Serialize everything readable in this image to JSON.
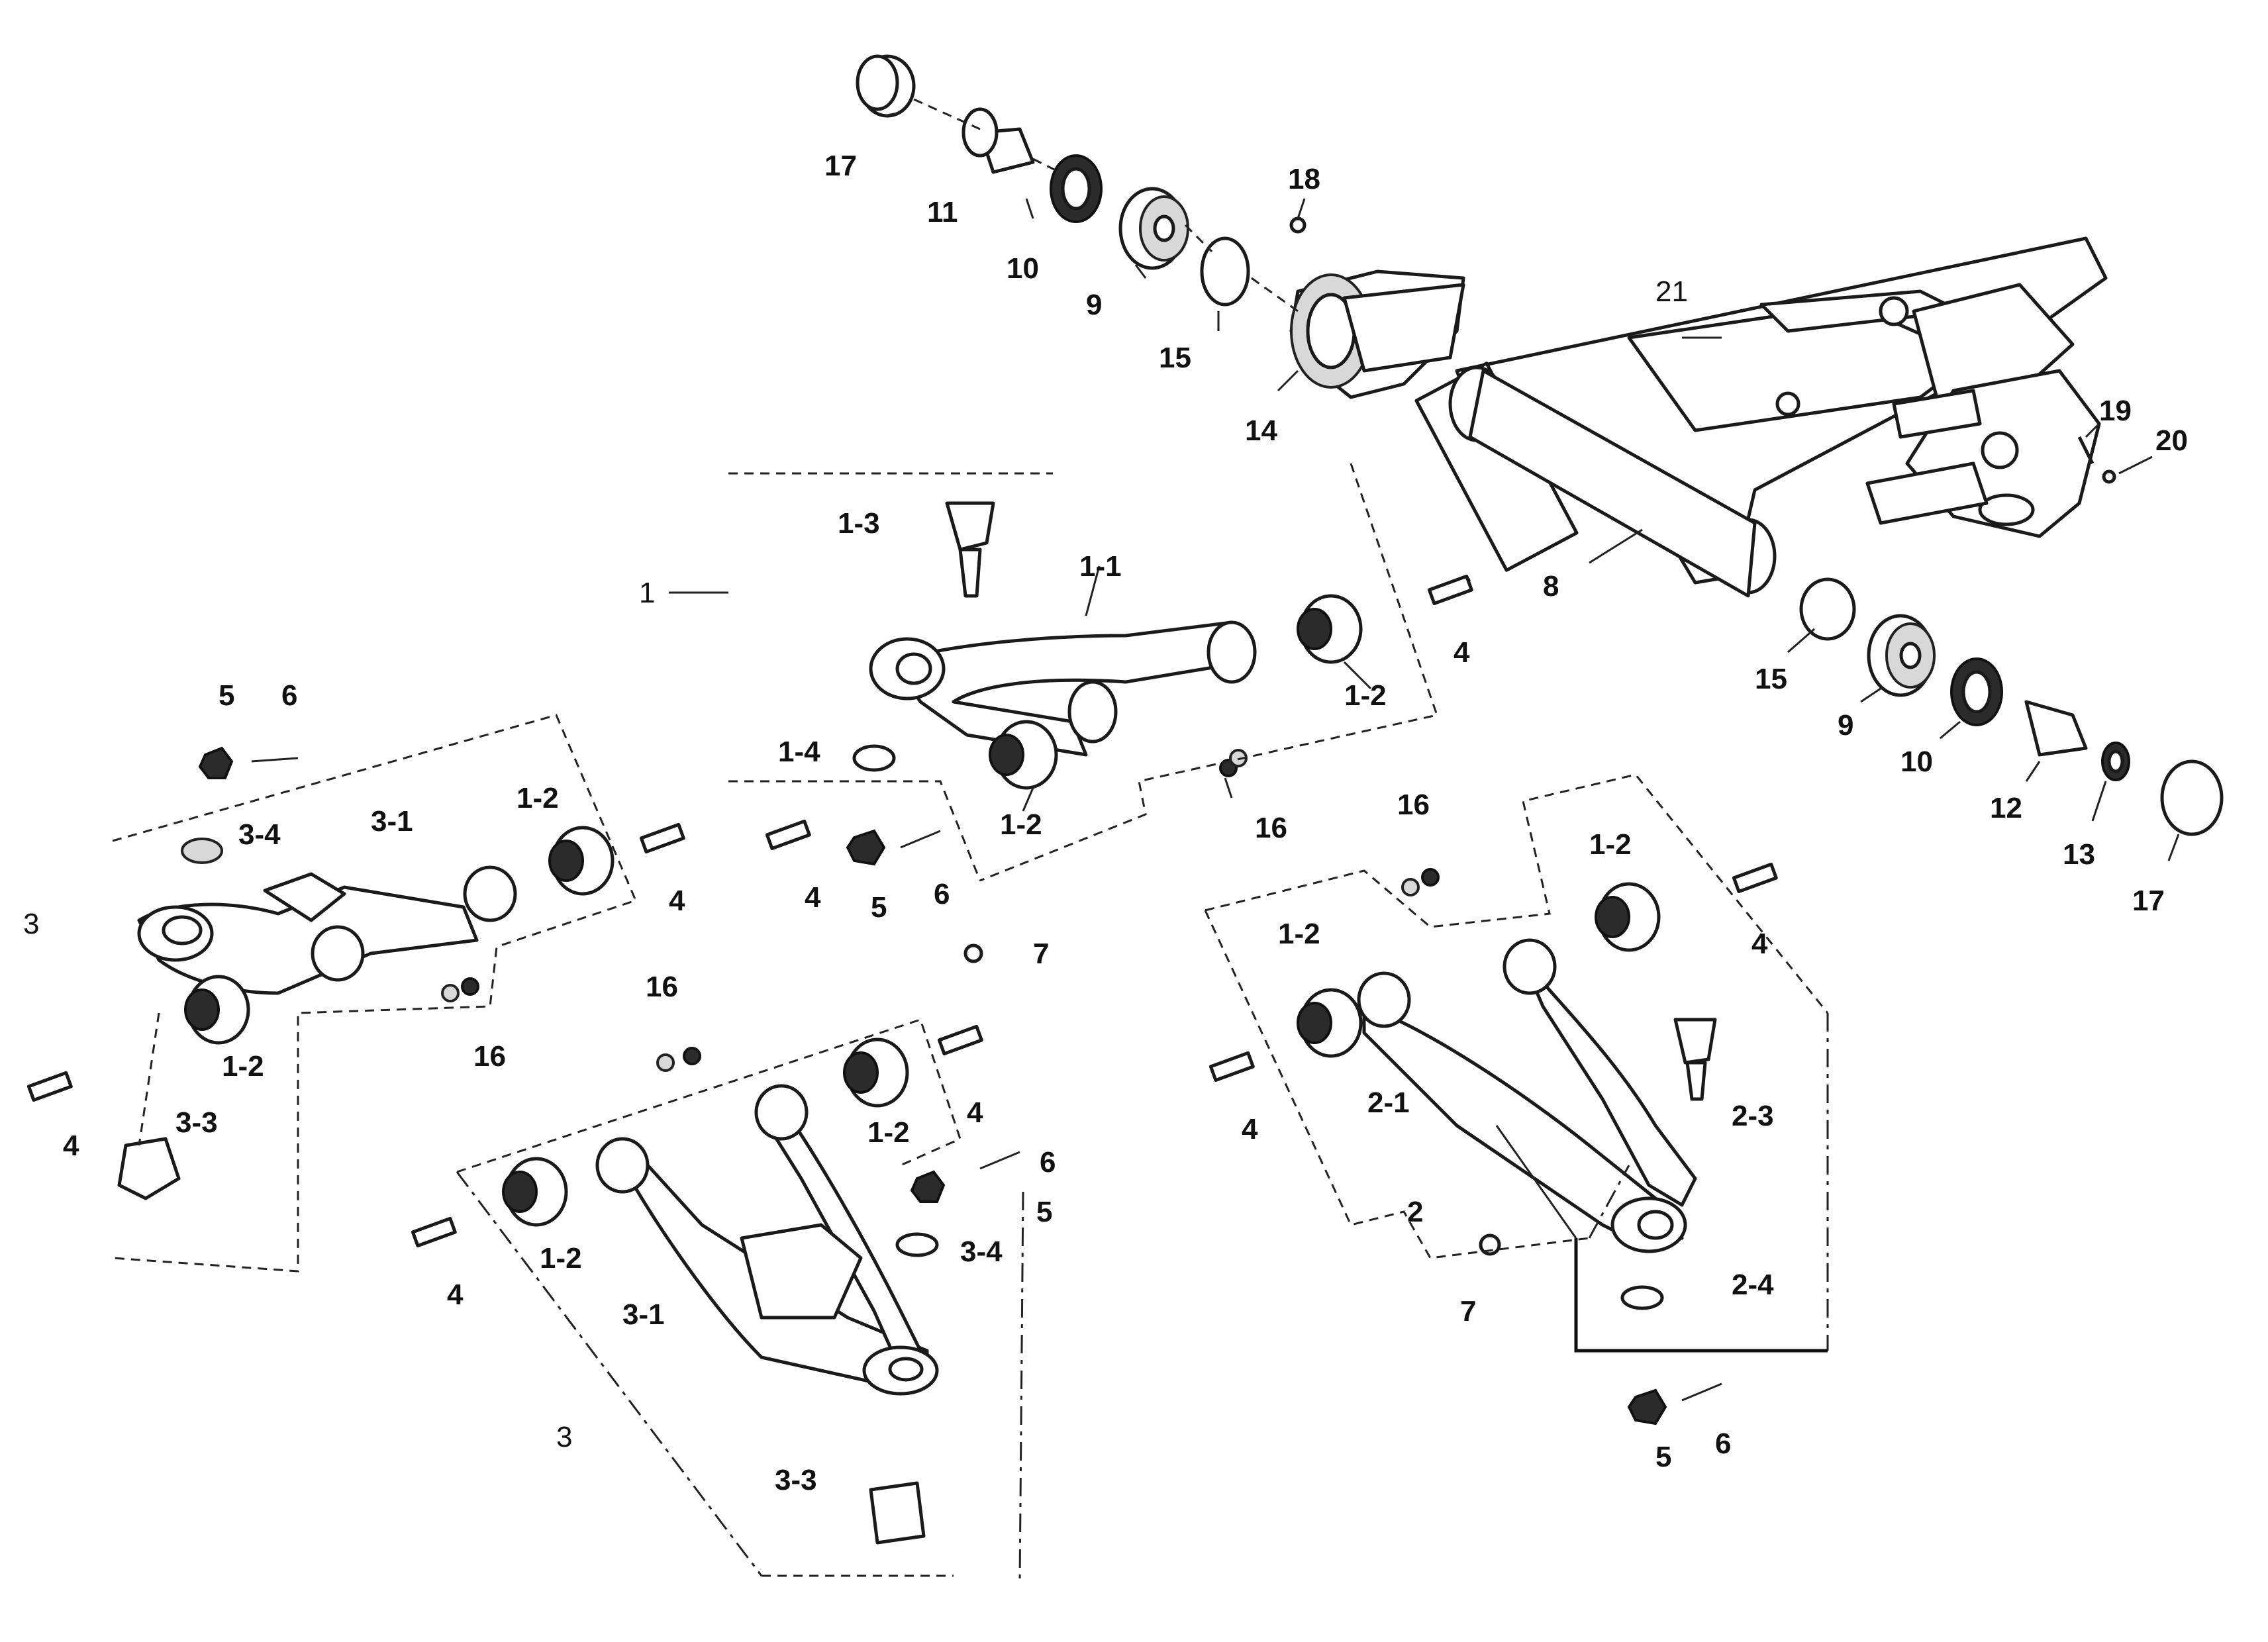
{
  "callouts": {
    "c1": "1",
    "c1_1": "1-1",
    "c1_2a": "1-2",
    "c1_2b": "1-2",
    "c1_3": "1-3",
    "c1_4": "1-4",
    "c2": "2",
    "c2_1": "2-1",
    "c2_3": "2-3",
    "c2_4": "2-4",
    "c1_2_right_a": "1-2",
    "c1_2_right_b": "1-2",
    "c3_left": "3",
    "c3_1_left": "3-1",
    "c3_3_left": "3-3",
    "c3_4_left": "3-4",
    "c1_2_left_a": "1-2",
    "c1_2_left_b": "1-2",
    "c3_bottom": "3",
    "c3_1_bottom": "3-1",
    "c3_3_bottom": "3-3",
    "c3_4_bottom": "3-4",
    "c1_2_bottom_a": "1-2",
    "c1_2_bottom_b": "1-2",
    "c4_a": "4",
    "c4_b": "4",
    "c4_c": "4",
    "c4_d": "4",
    "c4_e": "4",
    "c4_f": "4",
    "c4_g": "4",
    "c4_h": "4",
    "c5_a": "5",
    "c5_b": "5",
    "c5_c": "5",
    "c5_d": "5",
    "c6_a": "6",
    "c6_b": "6",
    "c6_c": "6",
    "c6_d": "6",
    "c7_a": "7",
    "c7_b": "7",
    "c8": "8",
    "c9_a": "9",
    "c9_b": "9",
    "c10_a": "10",
    "c10_b": "10",
    "c11": "11",
    "c12": "12",
    "c13": "13",
    "c14": "14",
    "c15_a": "15",
    "c15_b": "15",
    "c16_a": "16",
    "c16_b": "16",
    "c16_c": "16",
    "c16_d": "16",
    "c17_a": "17",
    "c17_b": "17",
    "c18": "18",
    "c19": "19",
    "c20": "20",
    "c21": "21"
  }
}
